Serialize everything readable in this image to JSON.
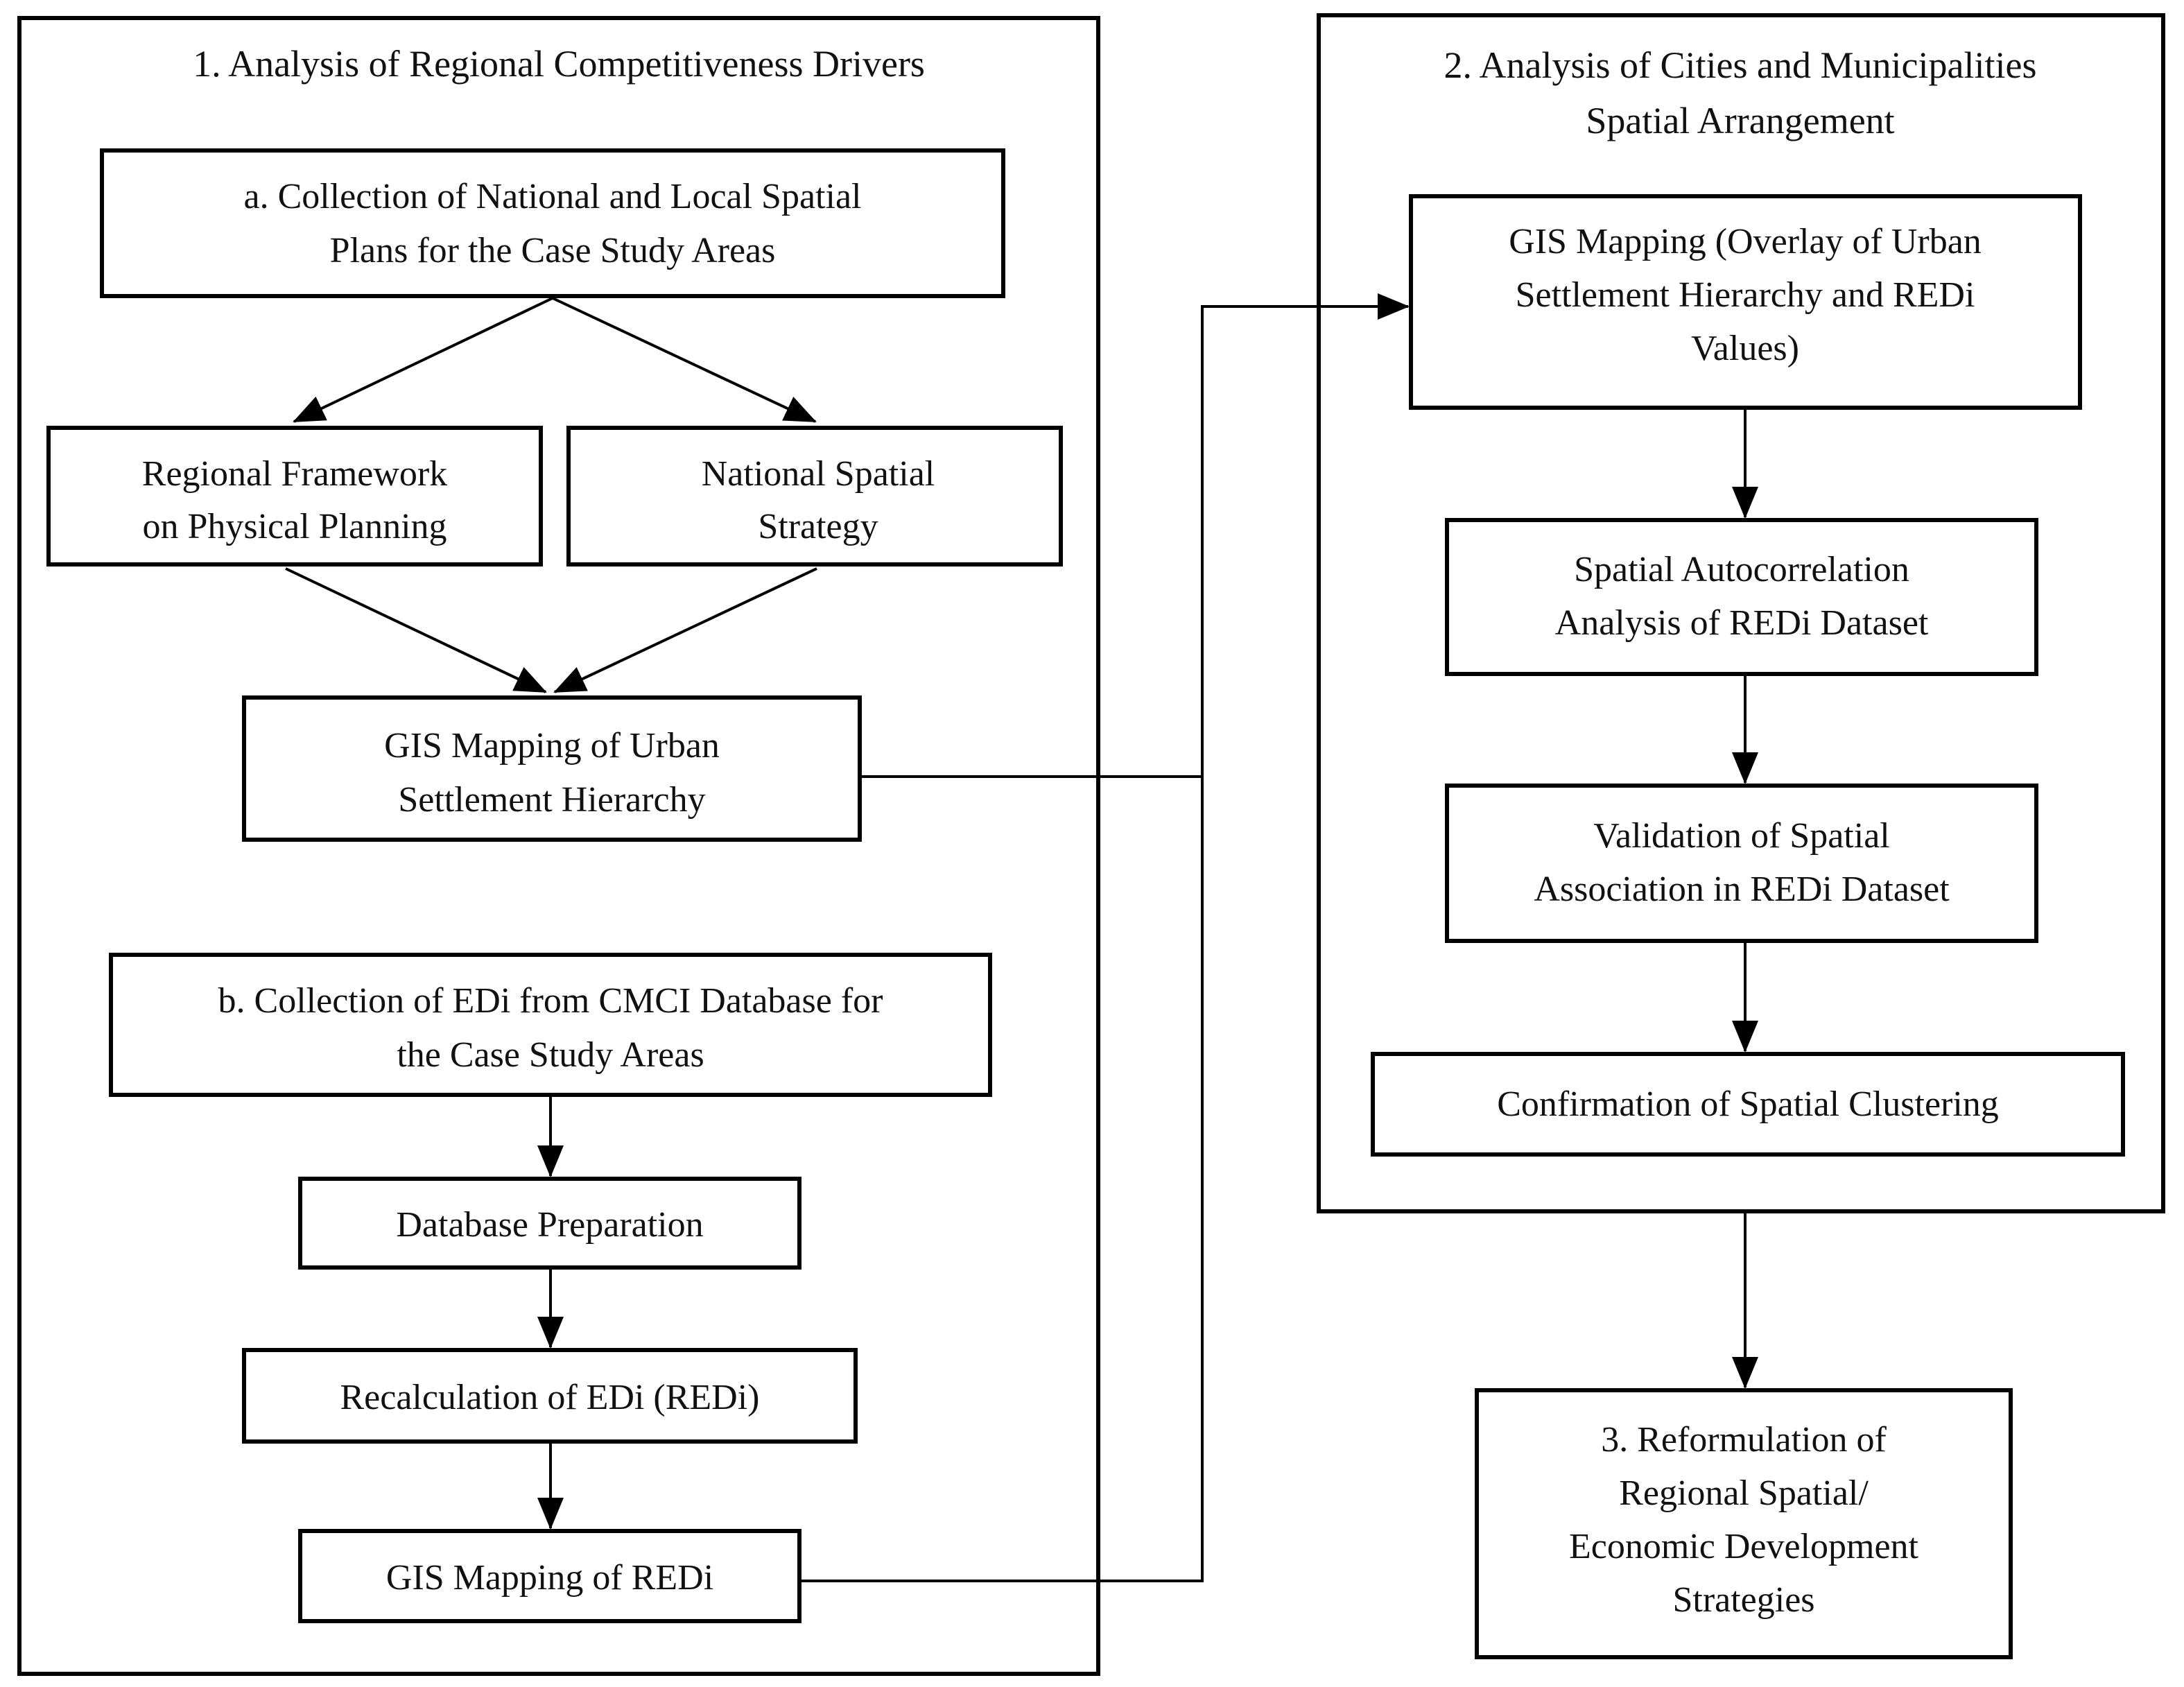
{
  "section1": {
    "title": "1. Analysis of Regional Competitiveness Drivers",
    "box_a": [
      "a. Collection of National and Local Spatial",
      "Plans for the Case Study Areas"
    ],
    "box_regional": [
      "Regional Framework",
      "on Physical Planning"
    ],
    "box_national": [
      "National Spatial",
      "Strategy"
    ],
    "box_gis_urban": [
      "GIS Mapping of Urban",
      "Settlement Hierarchy"
    ],
    "box_b": [
      "b. Collection of EDi from CMCI Database for",
      "the Case Study Areas"
    ],
    "box_db_prep": "Database Preparation",
    "box_recalc": "Recalculation of EDi (REDi)",
    "box_gis_redi": "GIS Mapping of REDi"
  },
  "section2": {
    "title": [
      "2. Analysis of Cities and Municipalities",
      "Spatial Arrangement"
    ],
    "box_gis_overlay": [
      "GIS Mapping (Overlay of Urban",
      "Settlement Hierarchy and REDi",
      "Values)"
    ],
    "box_autocorr": [
      "Spatial Autocorrelation",
      "Analysis of REDi Dataset"
    ],
    "box_validation": [
      "Validation of Spatial",
      "Association in REDi Dataset"
    ],
    "box_confirm": "Confirmation of Spatial Clustering"
  },
  "section3": {
    "box_reform": [
      "3. Reformulation of",
      "Regional Spatial/",
      "Economic Development",
      "Strategies"
    ]
  }
}
